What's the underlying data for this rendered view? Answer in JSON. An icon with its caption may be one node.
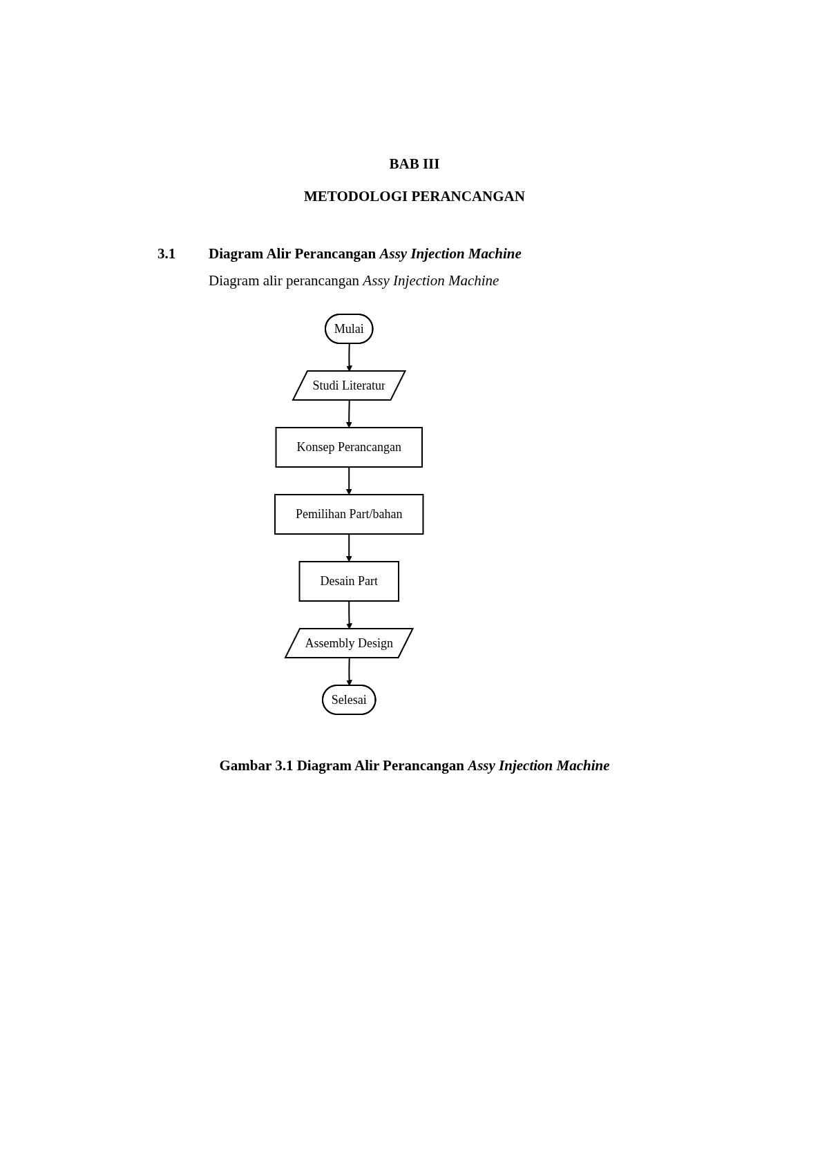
{
  "diagram": {
    "title": "BAB III",
    "caption": "Gambar 3.1 Diagram Alir Perancangan *Assy Injection Machine*",
    "labels": [
      "METODOLOGI PERANCANGAN",
      "3.1",
      "Diagram Alir Perancangan *Assy Injection Machine*",
      "Diagram alir perancangan *Assy Injection Machine*"
    ],
    "nodes": [
      {
        "text": [
          "Mulai"
        ]
      },
      {
        "text": [
          "Studi Literatur"
        ]
      },
      {
        "text": [
          "Konsep Perancangan"
        ]
      },
      {
        "text": [
          "Pemilihan Part/bahan"
        ]
      },
      {
        "text": [
          "Desain Part"
        ]
      },
      {
        "text": [
          "Assembly Design"
        ]
      },
      {
        "text": [
          "Selesai"
        ]
      }
    ],
    "edges": [
      {
        "from": 0,
        "to": 1,
        "arrow": "to"
      },
      {
        "from": 1,
        "to": 2,
        "arrow": "to"
      },
      {
        "from": 2,
        "to": 3,
        "arrow": "to"
      },
      {
        "from": 3,
        "to": 4,
        "arrow": "to"
      },
      {
        "from": 4,
        "to": 5,
        "arrow": "to"
      },
      {
        "from": 5,
        "to": 6,
        "arrow": "to"
      }
    ]
  }
}
